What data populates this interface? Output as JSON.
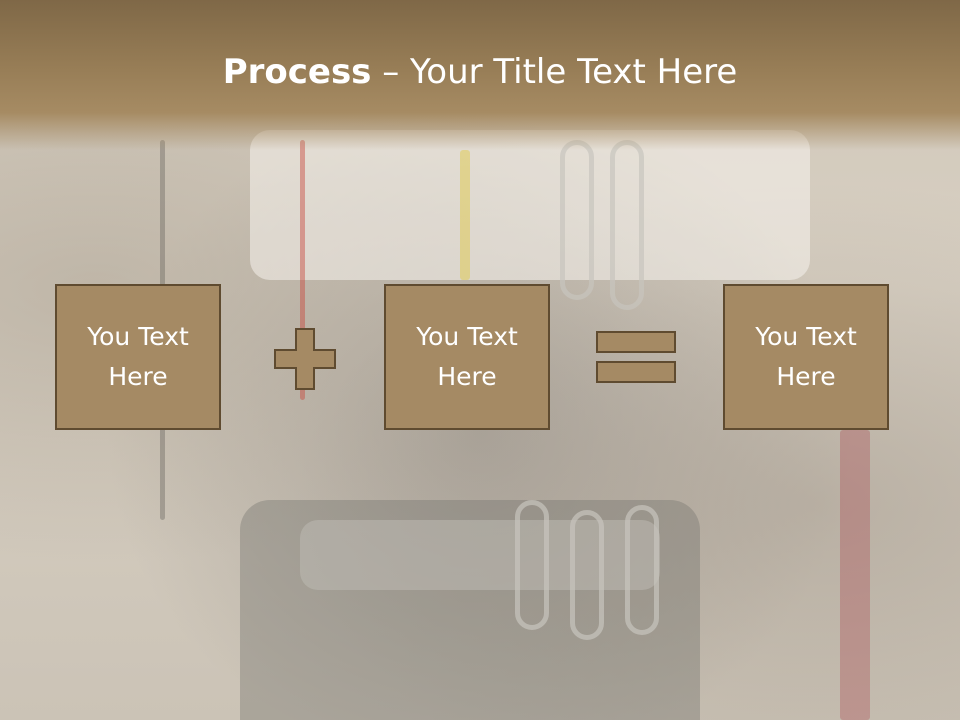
{
  "slide": {
    "title_bold": "Process",
    "title_rest": " – Your Title Text Here"
  },
  "process": {
    "boxes": [
      {
        "text": "You Text Here"
      },
      {
        "text": "You Text Here"
      },
      {
        "text": "You Text Here"
      }
    ],
    "operators": [
      {
        "icon": "plus-icon"
      },
      {
        "icon": "equals-icon"
      }
    ]
  },
  "colors": {
    "title_band": "#977d56",
    "box_fill": "#a58a64",
    "box_border": "#5f4b30",
    "text": "#ffffff"
  }
}
